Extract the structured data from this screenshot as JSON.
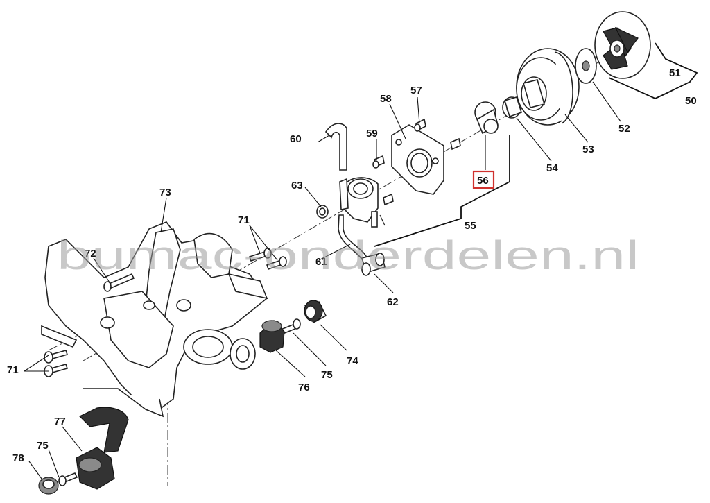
{
  "watermark": "bumac-onderdelen.nl",
  "highlight_color": "#d0312d",
  "highlighted_part": "56",
  "labels": {
    "p50": "50",
    "p51": "51",
    "p52": "52",
    "p53": "53",
    "p54": "54",
    "p55": "55",
    "p56": "56",
    "p57": "57",
    "p58": "58",
    "p59": "59",
    "p60": "60",
    "p61": "61",
    "p62": "62",
    "p63": "63",
    "p71a": "71",
    "p71b": "71",
    "p72": "72",
    "p73": "73",
    "p74": "74",
    "p75a": "75",
    "p75b": "75",
    "p76": "76",
    "p77": "77",
    "p78": "78"
  }
}
